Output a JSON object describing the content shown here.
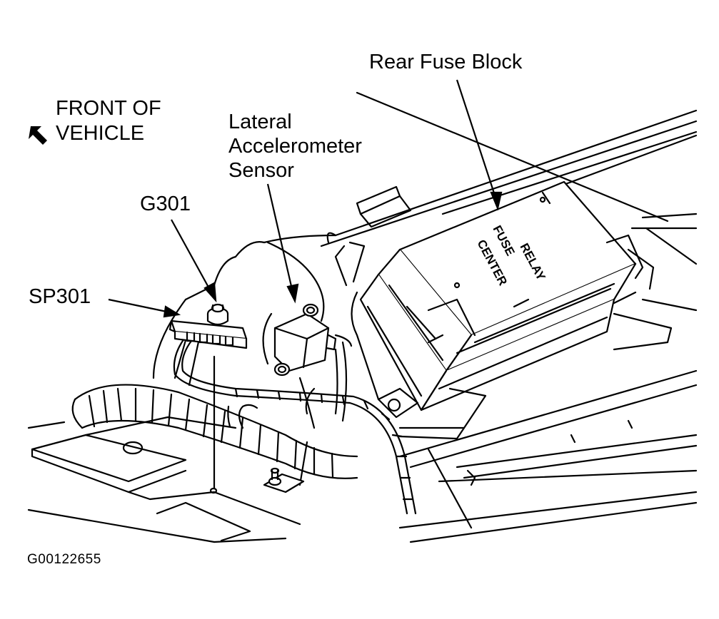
{
  "labels": {
    "front_of_vehicle_line1": "FRONT OF",
    "front_of_vehicle_line2": "VEHICLE",
    "rear_fuse_block": "Rear Fuse Block",
    "lateral_accel_line1": "Lateral",
    "lateral_accel_line2": "Accelerometer",
    "lateral_accel_line3": "Sensor",
    "g301": "G301",
    "sp301": "SP301",
    "figure_id": "G00122655"
  },
  "fuse_center_text": {
    "line1": "FUSE",
    "line2": "RELAY",
    "line3": "CENTER"
  },
  "colors": {
    "line": "#000000",
    "background": "#ffffff"
  }
}
